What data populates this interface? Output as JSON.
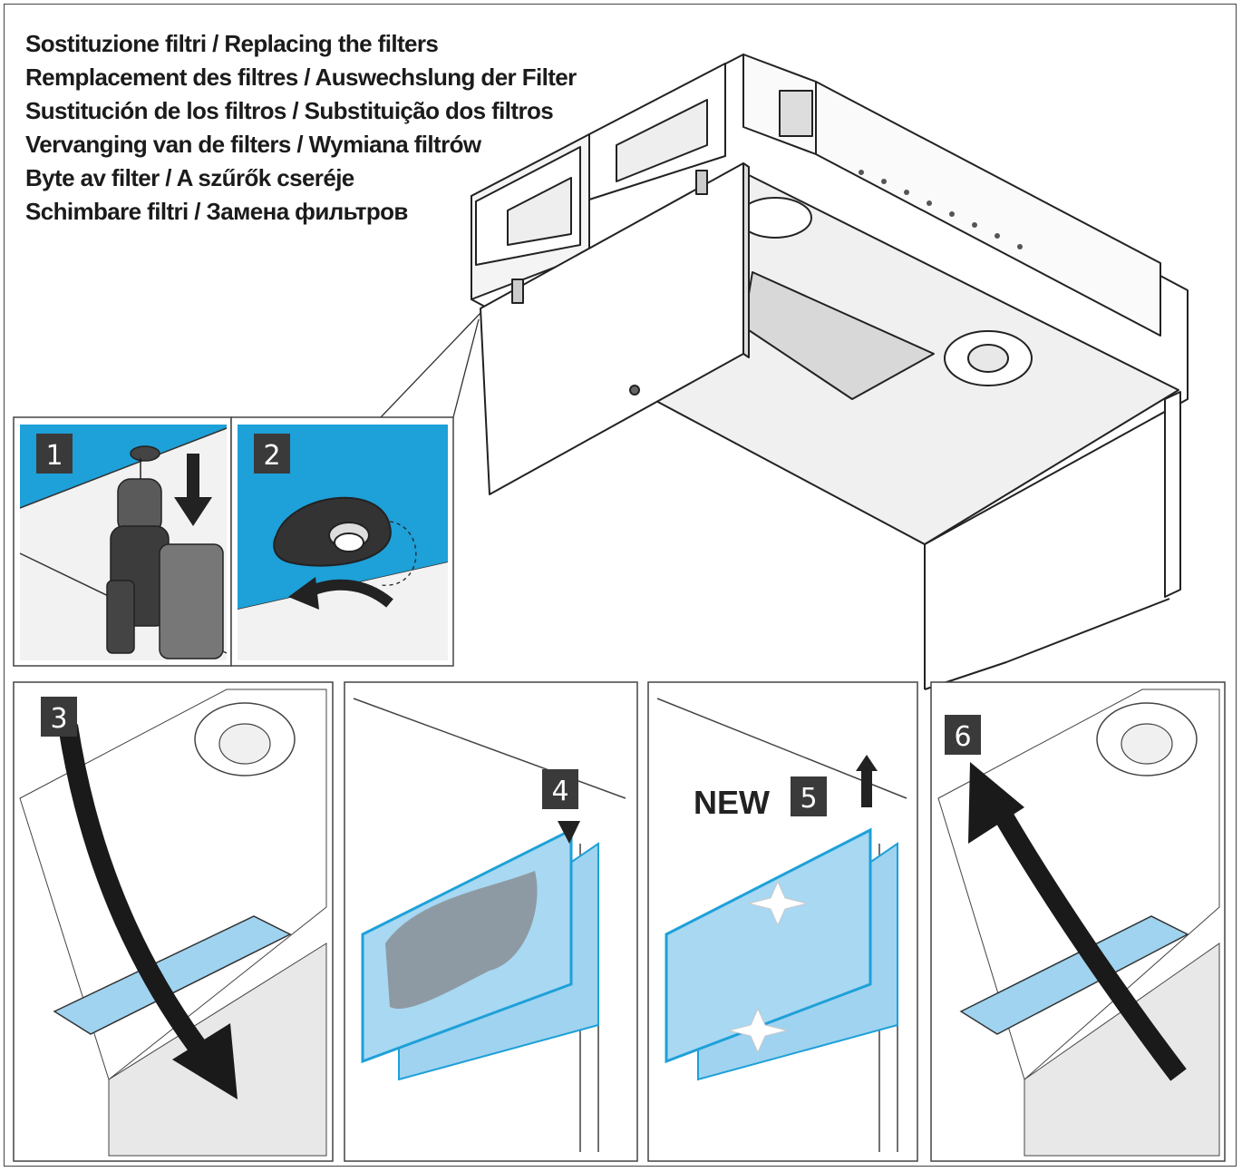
{
  "title_lines": [
    "Sostituzione filtri / Replacing the filters",
    "Remplacement des filtres / Auswechslung der Filter",
    "Sustitución de los filtros / Substituição dos filtros",
    "Vervanging van de filters / Wymiana filtrów",
    "Byte av filter / A szűrők cseréje",
    "Schimbare filtri / Замена фильтров"
  ],
  "steps": [
    "1",
    "2",
    "3",
    "4",
    "5",
    "6"
  ],
  "new_label": "NEW",
  "colors": {
    "filter_blue": "#9fd3ef",
    "panel_blue": "#1ea0d8",
    "step_badge": "#3a3a3a",
    "arrow": "#1a1a1a",
    "dirty": "#8e9aa3"
  }
}
